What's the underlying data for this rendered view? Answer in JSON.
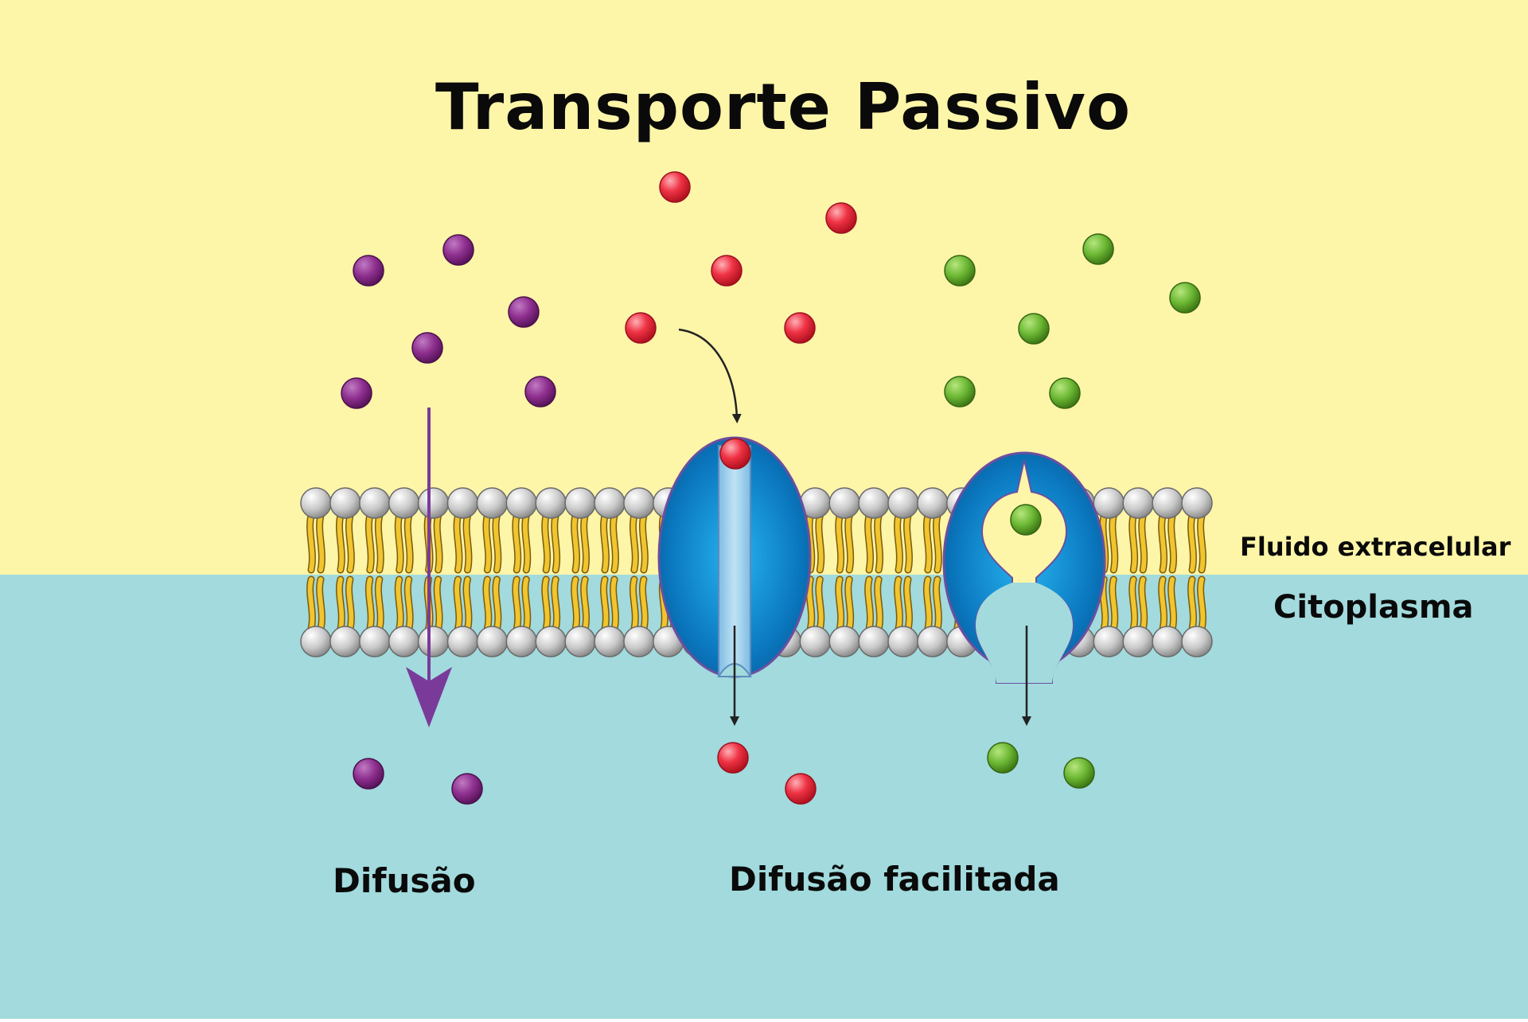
{
  "title": "Transporte Passivo",
  "regions": {
    "extracellular_label": "Fluido extracelular",
    "cytoplasm_label": "Citoplasma"
  },
  "processes": {
    "diffusion_label": "Difusão",
    "facilitated_label": "Difusão facilitada"
  },
  "colors": {
    "extracellular_bg": "#fdf5a8",
    "cytoplasm_bg": "#a2dadd",
    "lipid_head": "#c9c9c9",
    "lipid_tail": "#f0c52e",
    "protein_blue": "#0a78c0",
    "channel_light": "#a8d4ee",
    "molecule_purple": "#8e2f8f",
    "molecule_red": "#ef3345",
    "molecule_green": "#6cb834",
    "arrow_purple": "#7a3a9a",
    "arrow_dark": "#222222"
  },
  "icons": {
    "membrane": "phospholipid-bilayer-icon",
    "channel": "channel-protein-icon",
    "carrier": "carrier-protein-icon"
  }
}
